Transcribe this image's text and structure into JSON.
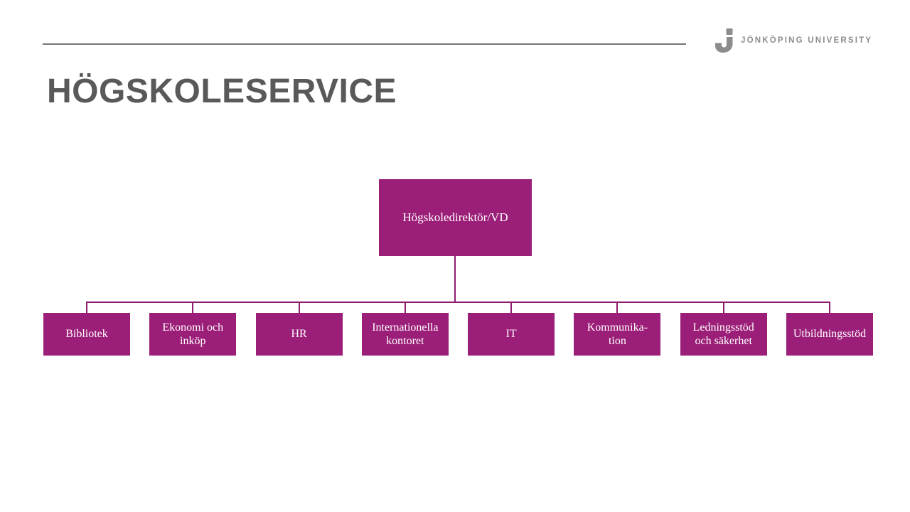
{
  "slide": {
    "title": "HÖGSKOLESERVICE",
    "logo": {
      "icon": "ju-monogram-icon",
      "wordmark": "JÖNKÖPING UNIVERSITY"
    },
    "colors": {
      "background": "#FFFFFF",
      "box_fill": "#9B1E78",
      "box_text": "#FFFFFF",
      "connector": "#8E1C6F",
      "title_text": "#595959",
      "logo_gray": "#8C8C8C",
      "divider_gray": "#757575"
    }
  },
  "org_chart": {
    "root": {
      "label": "Högskoledirektör/VD"
    },
    "children": [
      {
        "label": "Bibliotek"
      },
      {
        "label": "Ekonomi och inköp"
      },
      {
        "label": "HR"
      },
      {
        "label": "Internationella kontoret"
      },
      {
        "label": "IT"
      },
      {
        "label": "Kommunika-tion"
      },
      {
        "label": "Ledningsstöd och säkerhet"
      },
      {
        "label": "Utbildningsstöd"
      }
    ]
  }
}
